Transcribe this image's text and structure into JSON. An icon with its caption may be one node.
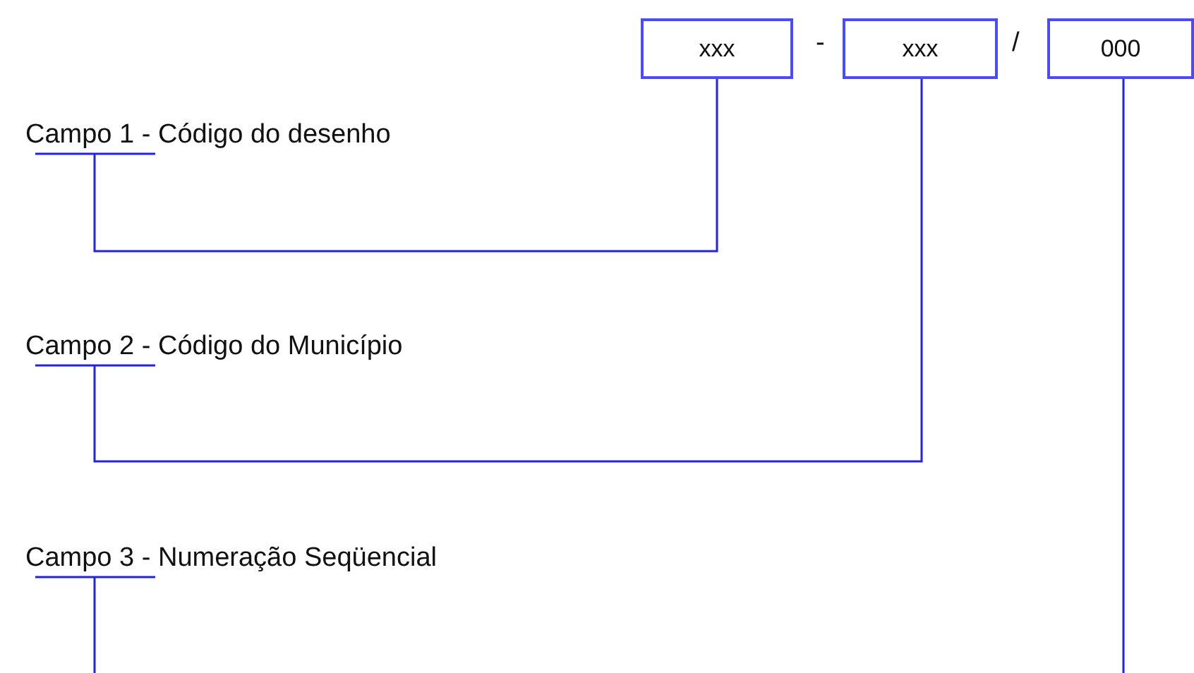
{
  "diagram": {
    "nodes": [
      {
        "text": [
          "xxx"
        ]
      },
      {
        "text": [
          "xxx"
        ]
      },
      {
        "text": [
          "000"
        ]
      },
      {
        "text": [
          "Campo 1 - Código do desenho"
        ]
      },
      {
        "text": [
          "Campo 2 - Código do Município"
        ]
      },
      {
        "text": [
          "Campo 3 - Numeração Seqüencial"
        ]
      }
    ],
    "edges": [
      {
        "from": 3,
        "to": 0,
        "arrow": "none"
      },
      {
        "from": 4,
        "to": 1,
        "arrow": "none"
      },
      {
        "from": 5,
        "to": null,
        "arrow": "none"
      },
      {
        "from": null,
        "to": 2,
        "arrow": "none"
      }
    ],
    "labels": [
      "-",
      "/"
    ]
  }
}
